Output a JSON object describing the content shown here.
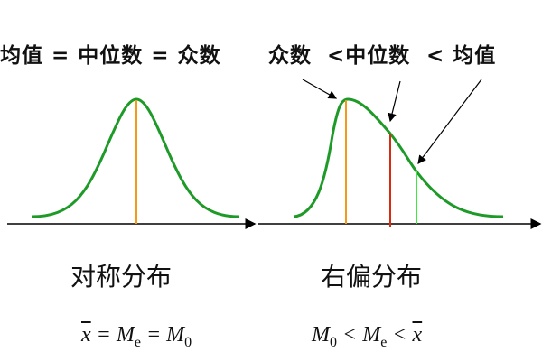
{
  "left_panel": {
    "header": "均值 = 中位数 = 众数",
    "title": "对称分布",
    "formula": {
      "xbar": "x",
      "eq1": " = M",
      "sub_e": "e",
      "eq2": " = M",
      "sub_0": "0"
    }
  },
  "right_panel": {
    "header_mode": "众数",
    "header_median": "<中位数",
    "header_mean": "< 均值",
    "title": "右偏分布",
    "formula": {
      "m": "M",
      "sub_0": "0",
      "lt1": " < M",
      "sub_e": "e",
      "lt2": " < ",
      "xbar": "x"
    }
  },
  "colors": {
    "curve": "#1e9a28",
    "mode": "#f39a1a",
    "median": "#d92b10",
    "mean": "#3ee83e",
    "axis": "#000000"
  }
}
